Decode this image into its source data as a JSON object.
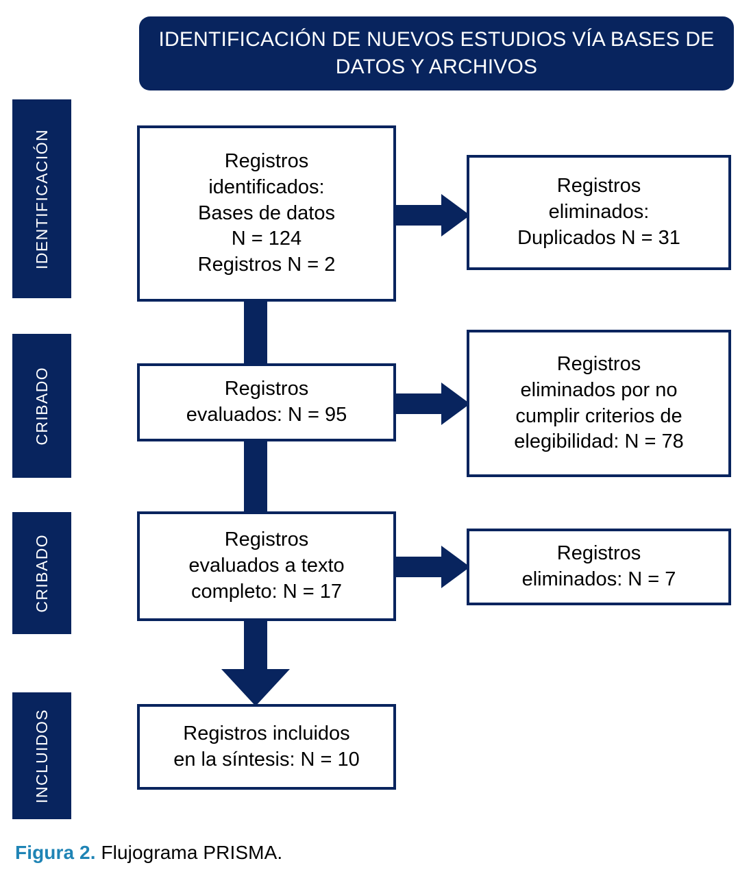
{
  "figure": {
    "header_title": "IDENTIFICACIÓN DE NUEVOS ESTUDIOS VÍA BASES DE DATOS Y ARCHIVOS",
    "caption_accent": "Figura 2.",
    "caption_text": " Flujograma PRISMA.",
    "colors": {
      "navy": "#08245e",
      "caption_accent": "#1f84b5",
      "box_background": "#ffffff",
      "text": "#000000"
    }
  },
  "stages": [
    {
      "id": "identificacion",
      "label": "IDENTIFICACIÓN"
    },
    {
      "id": "cribado_1",
      "label": "CRIBADO"
    },
    {
      "id": "cribado_2",
      "label": "CRIBADO"
    },
    {
      "id": "incluidos",
      "label": "INCLUIDOS"
    }
  ],
  "boxes": {
    "identified": {
      "text": "Registros\nidentificados:\nBases de datos\nN = 124\nRegistros N = 2",
      "counts": {
        "bases_de_datos": 124,
        "registros": 2
      }
    },
    "duplicates_removed": {
      "text": "Registros\neliminados:\nDuplicados N = 31",
      "counts": {
        "duplicados": 31
      }
    },
    "screened": {
      "text": "Registros\nevaluados: N = 95",
      "counts": {
        "evaluados": 95
      }
    },
    "excluded_eligibility": {
      "text": "Registros\neliminados por no\ncumplir criterios de\nelegibilidad: N = 78",
      "counts": {
        "eliminados": 78
      }
    },
    "fulltext_assessed": {
      "text": "Registros\nevaluados a texto\ncompleto: N = 17",
      "counts": {
        "evaluados_texto_completo": 17
      }
    },
    "excluded_fulltext": {
      "text": "Registros\neliminados: N = 7",
      "counts": {
        "eliminados": 7
      }
    },
    "included": {
      "text": "Registros incluidos\nen la síntesis: N = 10",
      "counts": {
        "incluidos_sintesis": 10
      }
    }
  }
}
